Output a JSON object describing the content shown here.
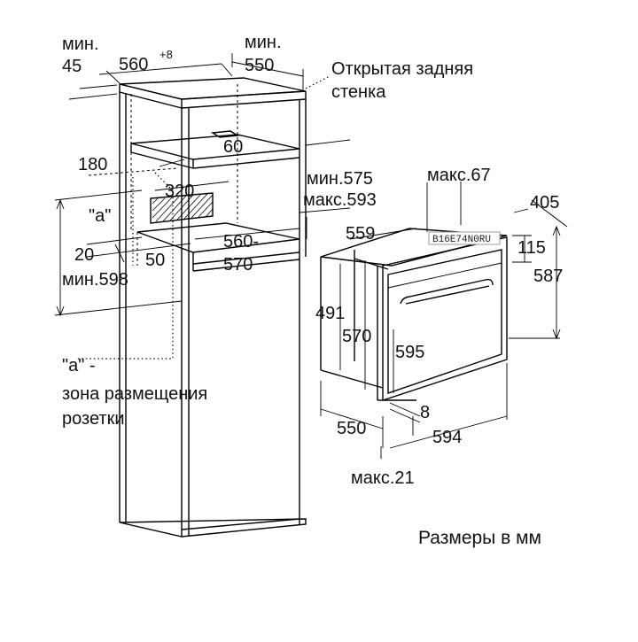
{
  "model_badge": "B16E74N0RU",
  "units_note": "Размеры в мм",
  "labels": {
    "min_left": "мин.",
    "d45": "45",
    "d560": "560",
    "d560_sup": "+8",
    "min_top": "мин.",
    "d550_top": "550",
    "open_back_1": "Открытая задняя",
    "open_back_2": "стенка",
    "d60": "60",
    "d180": "180",
    "d320": "320",
    "zone_a": "\"a\"",
    "d20": "20",
    "d50": "50",
    "min598": "мин.598",
    "d560_570_a": "560-",
    "d560_570_b": "570",
    "min575": "мин.575",
    "max593": "макс.593",
    "max67": "макс.67",
    "d405": "405",
    "d559": "559",
    "d115": "115",
    "d587": "587",
    "d491": "491",
    "d570": "570",
    "d595": "595",
    "d8": "8",
    "d550_bottom": "550",
    "d594": "594",
    "max21": "макс.21",
    "legend_a_1": "\"a\" -",
    "legend_a_2": "зона размещения",
    "legend_a_3": "розетки"
  }
}
